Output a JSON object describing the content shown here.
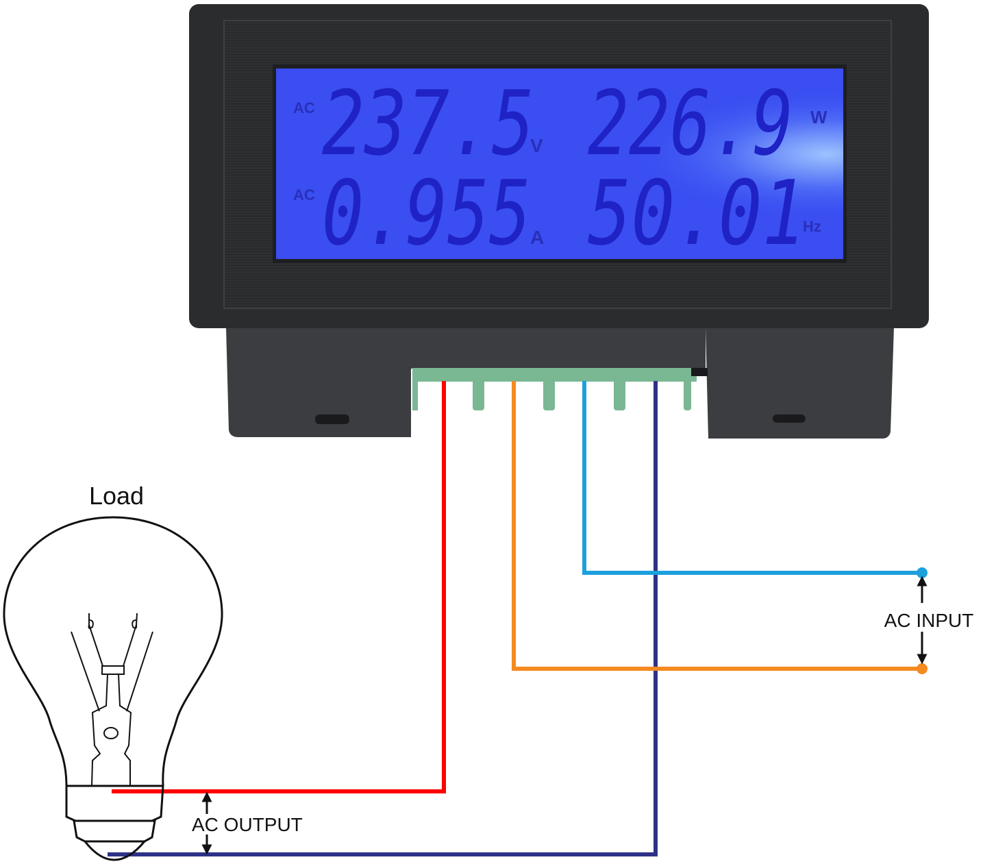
{
  "meter": {
    "name": "AC digital multimeter panel",
    "bezel_color": "#2b2c2e",
    "frame_color": "#3a3b3d",
    "lcd_color": "#3a4ef2",
    "lcd_glow_color": "#7fa6ff",
    "segment_color": "#1f22c4",
    "readings": [
      {
        "id": "voltage",
        "prefix": "AC",
        "value": "237.5",
        "unit": "V"
      },
      {
        "id": "power",
        "prefix": "",
        "value": "226.9",
        "unit": "W"
      },
      {
        "id": "current",
        "prefix": "AC",
        "value": "0.955",
        "unit": "A"
      },
      {
        "id": "frequency",
        "prefix": "",
        "value": "50.01",
        "unit": "Hz"
      }
    ],
    "terminal_block_color": "#79b893",
    "terminal_count": 4
  },
  "wires": [
    {
      "id": "red",
      "color": "#ff0000",
      "role": "load-live"
    },
    {
      "id": "orange",
      "color": "#f48a20",
      "role": "input-live"
    },
    {
      "id": "light-blue",
      "color": "#1ea0dd",
      "role": "input-neutral"
    },
    {
      "id": "navy",
      "color": "#2d3287",
      "role": "load-neutral"
    }
  ],
  "labels": {
    "load": "Load",
    "ac_input": "AC INPUT",
    "ac_output": "AC OUTPUT"
  }
}
